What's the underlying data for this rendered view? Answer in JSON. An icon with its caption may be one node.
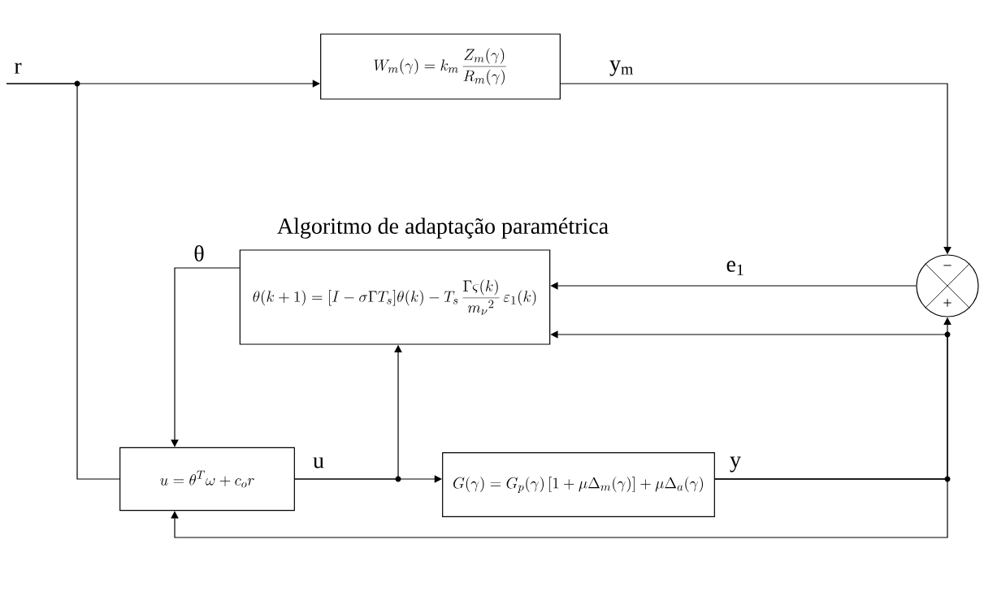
{
  "diagram": {
    "nodes": [
      {
        "text": [
          "W_m(\\gamma)=k_m\\,\\frac{Z_m(\\gamma)}{R_m(\\gamma)}"
        ]
      },
      {
        "text": [
          "Algoritmo de adaptação paramétrica",
          "\\theta(k+1)=[I-\\sigma\\Gamma T_s]\\theta(k)-T_s\\,\\frac{\\Gamma\\varsigma(k)}{{m_\\nu}^{2}}\\,\\varepsilon_1(k)"
        ]
      },
      {
        "text": [
          "u=\\theta^{T}\\omega+c_o r"
        ]
      },
      {
        "text": [
          "G(\\gamma)=G_p(\\gamma)\\left[1+\\mu\\Delta_m(\\gamma)\\right]+\\mu\\Delta_a(\\gamma)"
        ]
      },
      {
        "text": [
          "−",
          "+"
        ]
      }
    ],
    "edges": [
      {
        "from": null,
        "to": 0,
        "arrow": "to",
        "label": "r"
      },
      {
        "from": null,
        "to": 2,
        "arrow": "none"
      },
      {
        "from": 0,
        "to": 4,
        "arrow": "to",
        "label": "y$_{m}$"
      },
      {
        "from": 4,
        "to": 1,
        "arrow": "to",
        "label": "e$_{1}$"
      },
      {
        "from": 1,
        "to": 2,
        "arrow": "to",
        "label": "θ"
      },
      {
        "from": 2,
        "to": 3,
        "arrow": "to",
        "label": "u"
      },
      {
        "from": 2,
        "to": 1,
        "arrow": "to"
      },
      {
        "from": 3,
        "to": 4,
        "arrow": "to",
        "label": "y"
      },
      {
        "from": 3,
        "to": 1,
        "arrow": "to"
      },
      {
        "from": 3,
        "to": 2,
        "arrow": "to"
      }
    ]
  }
}
